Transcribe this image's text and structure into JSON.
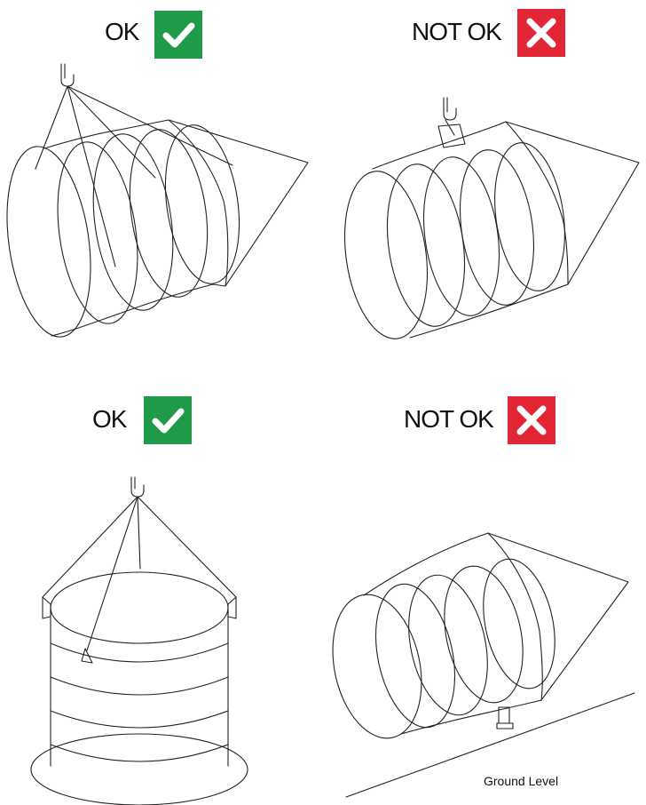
{
  "panels": [
    {
      "label": "OK",
      "status": "ok"
    },
    {
      "label": "NOT OK",
      "status": "not-ok"
    },
    {
      "label": "OK",
      "status": "ok"
    },
    {
      "label": "NOT OK",
      "status": "not-ok"
    }
  ],
  "ground_label": "Ground Level",
  "colors": {
    "ok": "#1e9a48",
    "not_ok": "#e32636",
    "line": "#222222"
  },
  "icons": {
    "ok": "checkmark-icon",
    "not_ok": "cross-icon"
  }
}
